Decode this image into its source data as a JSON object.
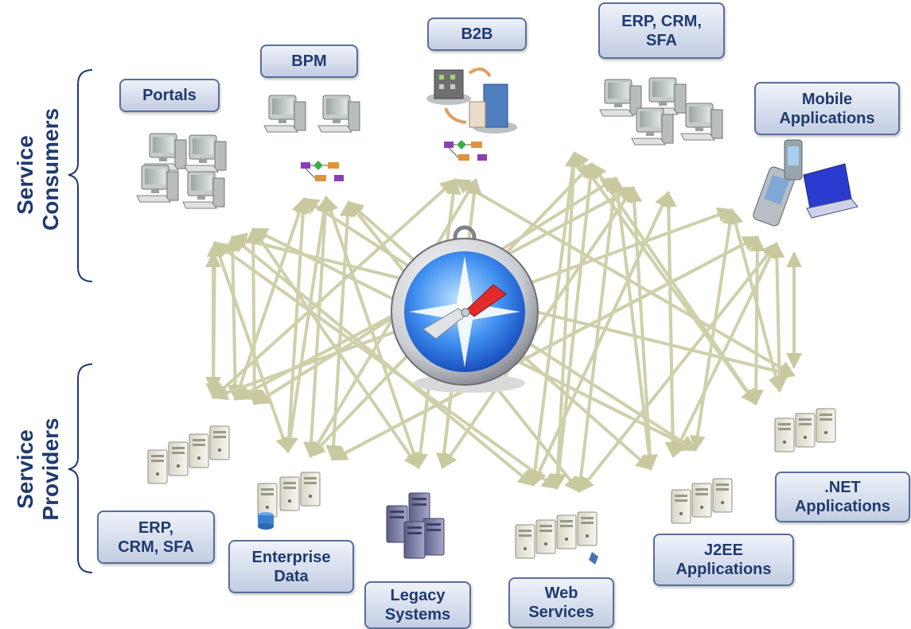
{
  "sections": {
    "consumers": "Service\nConsumers",
    "providers": "Service\nProviders"
  },
  "consumers": {
    "portals": "Portals",
    "bpm": "BPM",
    "b2b": "B2B",
    "erp_crm_sfa": "ERP, CRM,\nSFA",
    "mobile": "Mobile\nApplications"
  },
  "providers": {
    "erp_crm_sfa": "ERP,\nCRM, SFA",
    "enterprise_data": "Enterprise\nData",
    "legacy": "Legacy\nSystems",
    "web_services": "Web\nServices",
    "j2ee": "J2EE\nApplications",
    "dotnet": ".NET\nApplications"
  },
  "colors": {
    "arrow": "#cfcfaa",
    "label_text": "#1f3a6e",
    "label_border": "#5a6f9a",
    "compass_blue": "#1f6fd8"
  },
  "icons": {
    "hub": "compass-icon",
    "server": "server-icon",
    "computer": "desktop-computer-icon",
    "workflow": "workflow-icon",
    "building": "building-icon",
    "pda": "pda-icon",
    "laptop": "laptop-icon",
    "database": "database-icon"
  }
}
